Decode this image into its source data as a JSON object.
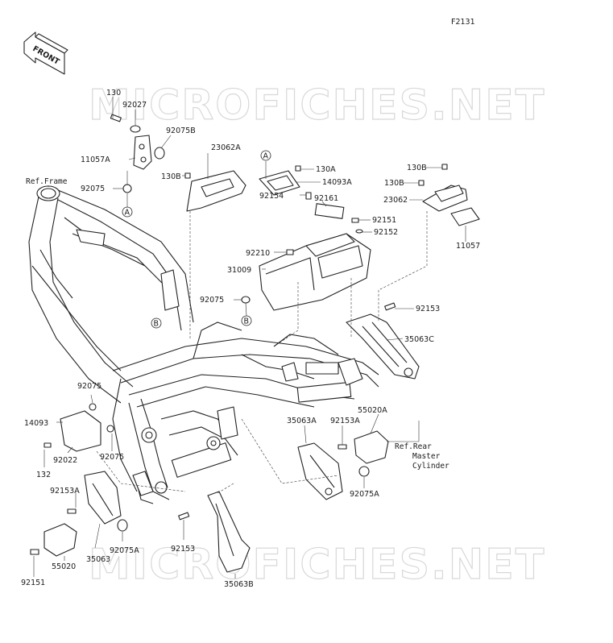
{
  "diagram": {
    "code": "F2131",
    "front_label": "FRONT",
    "watermark": "MICROFICHES.NET",
    "references": {
      "frame": "Ref.Frame",
      "rear_master_cylinder": [
        "Ref.Rear",
        "Master",
        "Cylinder"
      ]
    },
    "callouts": [
      "A",
      "A",
      "B",
      "B"
    ],
    "parts": {
      "p130": "130",
      "p92027": "92027",
      "p92075b": "92075B",
      "p11057a": "11057A",
      "p23062a": "23062A",
      "p130b_left": "130B",
      "p92075_top": "92075",
      "p130a": "130A",
      "p14093a": "14093A",
      "p92161": "92161",
      "p92154": "92154",
      "p92151_top": "92151",
      "p92152": "92152",
      "p92210": "92210",
      "p31009": "31009",
      "p92075_mid": "92075",
      "p130b_r1": "130B",
      "p130b_r2": "130B",
      "p23062": "23062",
      "p11057": "11057",
      "p92153_top": "92153",
      "p35063c": "35063C",
      "p92075_left": "92075",
      "p14093": "14093",
      "p92022": "92022",
      "p92075_left2": "92075",
      "p132": "132",
      "p35063a": "35063A",
      "p92153a_r": "92153A",
      "p55020a": "55020A",
      "p92075a_r": "92075A",
      "p92153a_l": "92153A",
      "p35063": "35063",
      "p92075a_l": "92075A",
      "p92153_bot": "92153",
      "p55020": "55020",
      "p92151_bot": "92151",
      "p35063b": "35063B"
    }
  }
}
